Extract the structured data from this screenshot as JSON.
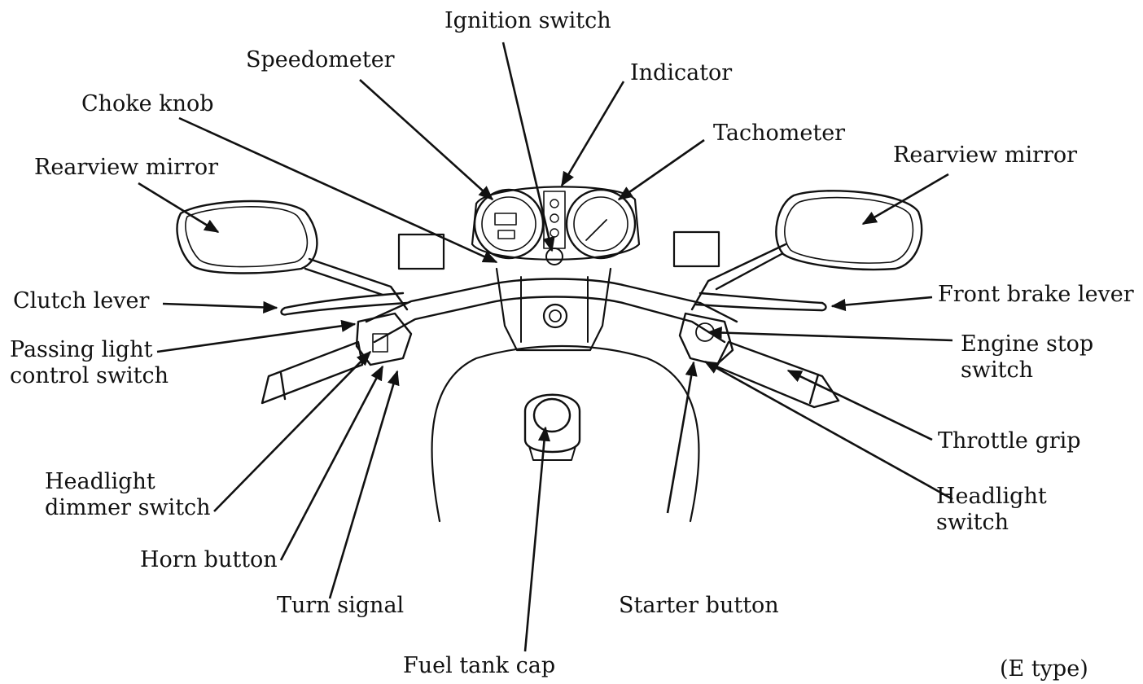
{
  "labels": {
    "ignition_switch": "Ignition switch",
    "speedometer": "Speedometer",
    "indicator": "Indicator",
    "choke_knob": "Choke knob",
    "tachometer": "Tachometer",
    "rearview_mirror_left": "Rearview mirror",
    "rearview_mirror_right": "Rearview mirror",
    "clutch_lever": "Clutch lever",
    "front_brake_lever": "Front brake lever",
    "passing_light_line1": "Passing light",
    "passing_light_line2": "control switch",
    "engine_stop_line1": "Engine stop",
    "engine_stop_line2": "switch",
    "throttle_grip": "Throttle grip",
    "headlight_dimmer_line1": "Headlight",
    "headlight_dimmer_line2": "dimmer switch",
    "headlight_switch_line1": "Headlight",
    "headlight_switch_line2": "switch",
    "horn_button": "Horn button",
    "turn_signal": "Turn signal",
    "starter_button": "Starter button",
    "fuel_tank_cap": "Fuel tank cap",
    "variant": "(E type)"
  },
  "colors": {
    "ink": "#111111",
    "background": "#ffffff"
  }
}
